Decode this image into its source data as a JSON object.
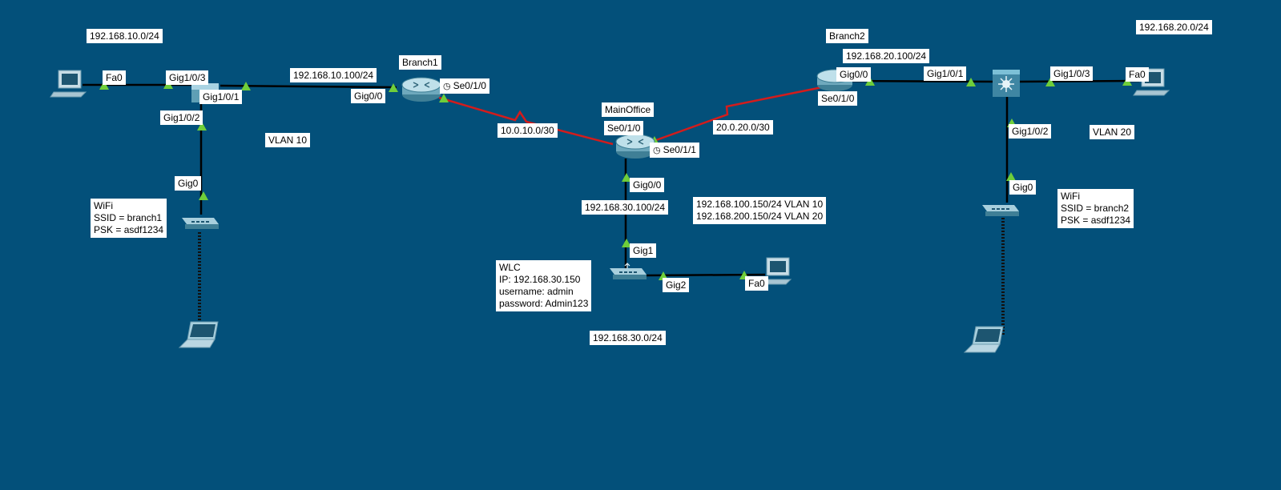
{
  "colors": {
    "background": "#03507a",
    "serial_link": "#d31c1c",
    "ethernet_link": "#000000",
    "wireless_link": "#111111",
    "port_marker": "#6fce3a",
    "label_bg": "#ffffff"
  },
  "devices": {
    "branch1_router": {
      "name": "Branch1",
      "icon": "router-icon"
    },
    "main_router": {
      "name": "MainOffice",
      "icon": "router-icon"
    },
    "branch2_router": {
      "name": "Branch2",
      "icon": "router-icon"
    },
    "branch1_switch": {
      "icon": "switch-icon"
    },
    "branch2_switch": {
      "icon": "multilayer-switch-icon"
    },
    "branch1_pc": {
      "icon": "pc-icon"
    },
    "branch2_pc": {
      "icon": "pc-icon"
    },
    "main_pc": {
      "icon": "pc-icon"
    },
    "branch1_ap": {
      "icon": "access-point-icon"
    },
    "branch2_ap": {
      "icon": "access-point-icon"
    },
    "main_wlc": {
      "icon": "wlc-icon"
    },
    "branch1_laptop": {
      "icon": "laptop-icon"
    },
    "branch2_laptop": {
      "icon": "laptop-icon"
    }
  },
  "labels": {
    "net_b1": "192.168.10.0/24",
    "net_b2": "192.168.20.0/24",
    "net_main": "192.168.30.0/24",
    "b1_gw": "192.168.10.100/24",
    "b2_gw": "192.168.20.100/24",
    "main_gw": "192.168.30.100/24",
    "serial_b1": "10.0.10.0/30",
    "serial_b2": "20.0.20.0/30",
    "vlan10": "VLAN 10",
    "vlan20": "VLAN 20",
    "subif": "192.168.100.150/24 VLAN 10\n192.168.200.150/24 VLAN 20",
    "wifi_b1": "WiFi\nSSID = branch1\nPSK = asdf1234",
    "wifi_b2": "WiFi\nSSID = branch2\nPSK = asdf1234",
    "wlc_info": "WLC\nIP: 192.168.30.150\nusername: admin\npassword: Admin123"
  },
  "ports": {
    "b1_pc_fa0": "Fa0",
    "b1_sw_g103": "Gig1/0/3",
    "b1_sw_g101": "Gig1/0/1",
    "b1_sw_g102": "Gig1/0/2",
    "b1_ap_gig0": "Gig0",
    "b1_r_g00": "Gig0/0",
    "b1_r_se010": "Se0/1/0",
    "m_se010": "Se0/1/0",
    "m_se011": "Se0/1/1",
    "m_g00": "Gig0/0",
    "m_wlc_gig1": "Gig1",
    "m_wlc_gig2": "Gig2",
    "m_pc_fa0": "Fa0",
    "b2_r_g00": "Gig0/0",
    "b2_r_se010": "Se0/1/0",
    "b2_sw_g101": "Gig1/0/1",
    "b2_sw_g103": "Gig1/0/3",
    "b2_sw_g102": "Gig1/0/2",
    "b2_ap_gig0": "Gig0",
    "b2_pc_fa0": "Fa0"
  }
}
